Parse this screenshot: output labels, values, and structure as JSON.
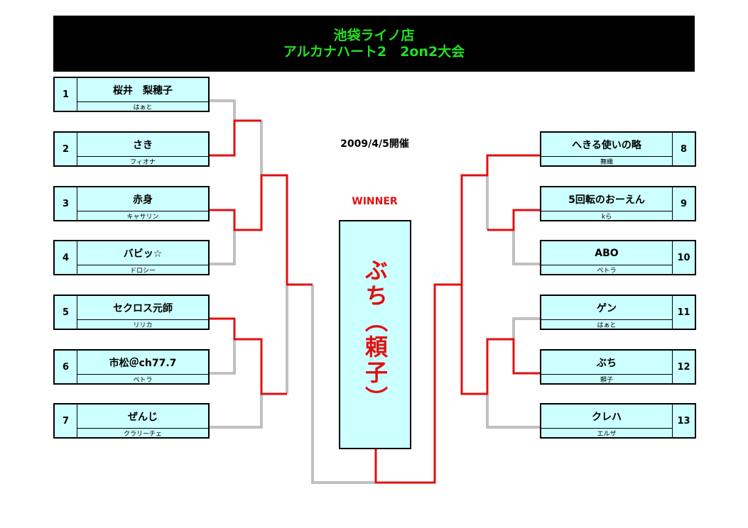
{
  "title": {
    "line1": "池袋ライノ店",
    "line2": "アルカナハート2　2on2大会"
  },
  "date": "2009/4/5開催",
  "winner": {
    "label": "WINNER",
    "name": "ぶち（頼子）"
  },
  "colors": {
    "title_bg": "#000000",
    "title_text": "#22e022",
    "box_fill": "#ccffff",
    "win_line": "#e01010",
    "lose_line": "#808080"
  },
  "left_entries": [
    {
      "num": "1",
      "name": "桜井　梨穂子",
      "character": "はぁと"
    },
    {
      "num": "2",
      "name": "さき",
      "character": "フィオナ"
    },
    {
      "num": "3",
      "name": "赤身",
      "character": "キャサリン"
    },
    {
      "num": "4",
      "name": "バビッ☆",
      "character": "ドロシー"
    },
    {
      "num": "5",
      "name": "セクロス元師",
      "character": "リリカ"
    },
    {
      "num": "6",
      "name": "市松＠ch77.7",
      "character": "ペトラ"
    },
    {
      "num": "7",
      "name": "ぜんじ",
      "character": "クラリーチェ"
    }
  ],
  "right_entries": [
    {
      "num": "8",
      "name": "へきる使いの略",
      "character": "舞織"
    },
    {
      "num": "9",
      "name": "5回転のおーえん",
      "character": "kら"
    },
    {
      "num": "10",
      "name": "ABO",
      "character": "ペトラ"
    },
    {
      "num": "11",
      "name": "ゲン",
      "character": "はぁと"
    },
    {
      "num": "12",
      "name": "ぶち",
      "character": "頼子"
    },
    {
      "num": "13",
      "name": "クレハ",
      "character": "エルザ"
    }
  ]
}
